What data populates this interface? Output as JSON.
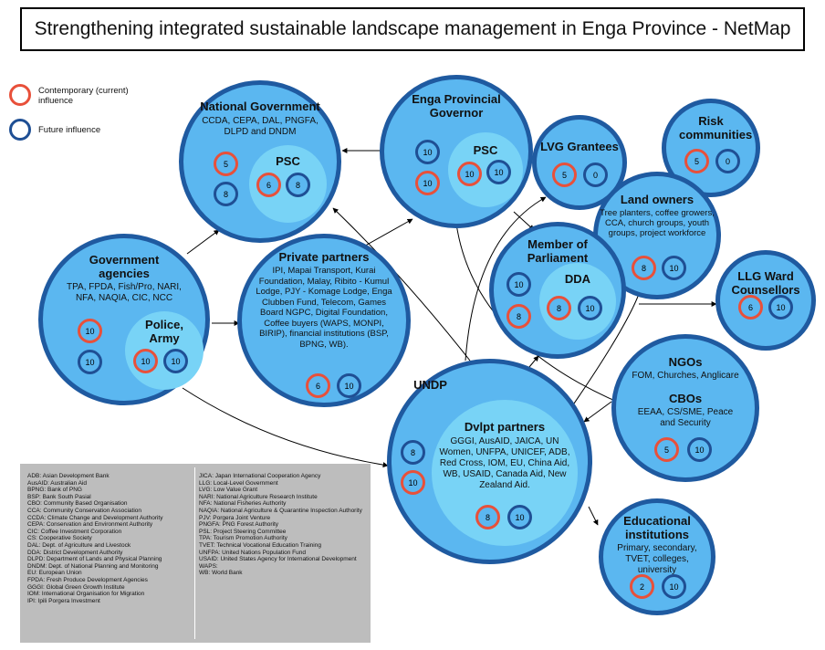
{
  "title": "Strengthening integrated sustainable landscape management in Enga Province - NetMap",
  "legend": {
    "current": {
      "label": "Contemporary (current) influence",
      "color": "#e8503a"
    },
    "future": {
      "label": "Future influence",
      "color": "#1f4f94"
    }
  },
  "colors": {
    "node_fill": "#5bb7f0",
    "node_border": "#1f5aa0",
    "inner_fill": "#78d3f6"
  },
  "nodes": {
    "national": {
      "title": "National Government",
      "desc": "CCDA, CEPA, DAL, PNGFA, DLPD and DNDM",
      "current": "5",
      "future": "8",
      "inner": {
        "title": "PSC",
        "current": "6",
        "future": "8"
      }
    },
    "enga": {
      "title": "Enga Provincial Governor",
      "current": "10",
      "future": "10",
      "inner": {
        "title": "PSC",
        "current": "10",
        "future": "10"
      }
    },
    "lvg": {
      "title": "LVG Grantees",
      "current": "5",
      "future": "0"
    },
    "risk": {
      "title": "Risk communities",
      "current": "5",
      "future": "0"
    },
    "land": {
      "title": "Land owners",
      "desc": "Tree planters, coffee growers, CCA, church groups, youth groups, project workforce",
      "current": "8",
      "future": "10"
    },
    "gov_agencies": {
      "title": "Government agencies",
      "desc": "TPA, FPDA, Fish/Pro, NARI, NFA, NAQIA, CIC, NCC",
      "current": "10",
      "future": "10",
      "inner": {
        "title": "Police, Army",
        "current": "10",
        "future": "10"
      }
    },
    "private": {
      "title": "Private partners",
      "desc": "IPI, Mapai Transport, Kurai Foundation, Malay, Ribito - Kumul Lodge, PJY - Komage Lodge, Enga Clubben Fund, Telecom, Games Board NGPC, Digital Foundation, Coffee buyers (WAPS, MONPI, BIRIP), financial institutions (BSP, BPNG, WB).",
      "current": "6",
      "future": "10"
    },
    "mp": {
      "title": "Member of Parliament",
      "current": "8",
      "future": "10",
      "inner": {
        "title": "DDA",
        "current": "8",
        "future": "10"
      }
    },
    "llg": {
      "title": "LLG Ward Counsellors",
      "current": "6",
      "future": "10"
    },
    "ngos": {
      "title": "NGOs",
      "desc": "FOM, Churches, Anglicare",
      "title2": "CBOs",
      "desc2": "EEAA, CS/SME, Peace and Security",
      "current": "5",
      "future": "10"
    },
    "undp": {
      "title": "UNDP",
      "current": "8",
      "future": "10",
      "inner": {
        "title": "Dvlpt partners",
        "desc": "GGGI, AusAID, JAICA, UN Women, UNFPA, UNICEF, ADB, Red Cross, IOM, EU, China Aid, WB, USAID, Canada Aid, New Zealand Aid.",
        "current": "8",
        "future": "10"
      }
    },
    "edu": {
      "title": "Educational institutions",
      "desc": "Primary, secondary, TVET, colleges, university",
      "current": "2",
      "future": "10"
    }
  },
  "glossary": {
    "left": [
      "ADB: Asian Development Bank",
      "AusAID: Australian Aid",
      "BPNG: Bank of PNG",
      "BSP: Bank South Pasial",
      "CBO: Community Based Organisation",
      "CCA: Community Conservation Association",
      "CCDA: Climate Change and Development Authority",
      "CEPA: Conservation and Environment Authority",
      "CIC: Coffee Investment Corporation",
      "CS: Cooperative Society",
      "DAL: Dept. of Agriculture and Livestock",
      "DDA: District Development Authority",
      "DLPD: Department of Lands and Physical Planning",
      "DNDM: Dept. of National Planning and Monitoring",
      "EU: European Union",
      "FPDA: Fresh Produce Development Agencies",
      "GGGI: Global Green Growth Institute",
      "IOM: International Organisation for Migration",
      "IPI: Ipili Porgera Investment"
    ],
    "right": [
      "JICA: Japan International Cooperation Agency",
      "LLG: Local-Level Government",
      "LVG: Low Value Grant",
      "NARI: National Agriculture Research Institute",
      "NFA: National Fisheries Authority",
      "NAQIA: National Agriculture & Quarantine Inspection Authority",
      "PJV: Porgera Joint Venture",
      "PNGFA: PNG Forest Authority",
      "PSL: Project Steering Committee",
      "TPA: Tourism Promotion Authority",
      "TVET: Technical Vocational Education Training",
      "UNFPA: United Nations Population Fund",
      "USAID: United States Agency for International Development",
      "WAPS:",
      "WB: World Bank"
    ]
  }
}
